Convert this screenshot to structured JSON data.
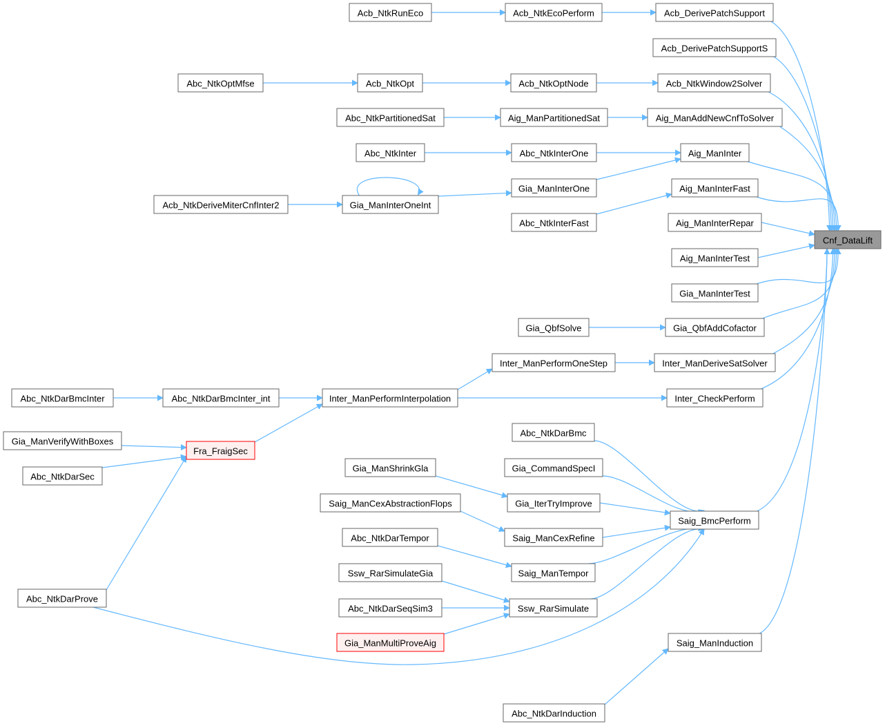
{
  "title": "Cnf_DataLift caller graph",
  "colors": {
    "edge": "#63b8ff",
    "root_fill": "#999999",
    "truncated_border": "#ff0000",
    "truncated_fill": "#fff0f0"
  },
  "nodes": [
    {
      "id": "cnf",
      "label": "Cnf_DataLift",
      "kind": "root"
    },
    {
      "id": "runeco",
      "label": "Acb_NtkRunEco"
    },
    {
      "id": "ecoperf",
      "label": "Acb_NtkEcoPerform"
    },
    {
      "id": "dps",
      "label": "Acb_DerivePatchSupport"
    },
    {
      "id": "dpss",
      "label": "Acb_DerivePatchSupportS"
    },
    {
      "id": "optmfse",
      "label": "Abc_NtkOptMfse"
    },
    {
      "id": "ntkopt",
      "label": "Acb_NtkOpt"
    },
    {
      "id": "optnode",
      "label": "Acb_NtkOptNode"
    },
    {
      "id": "w2s",
      "label": "Acb_NtkWindow2Solver"
    },
    {
      "id": "npsat",
      "label": "Abc_NtkPartitionedSat"
    },
    {
      "id": "mpsat",
      "label": "Aig_ManPartitionedSat"
    },
    {
      "id": "addcnf",
      "label": "Aig_ManAddNewCnfToSolver"
    },
    {
      "id": "ntkinter",
      "label": "Abc_NtkInter"
    },
    {
      "id": "ntkinterone",
      "label": "Abc_NtkInterOne"
    },
    {
      "id": "aiginter",
      "label": "Aig_ManInter"
    },
    {
      "id": "giainterone",
      "label": "Gia_ManInterOne"
    },
    {
      "id": "aiginterfast",
      "label": "Aig_ManInterFast"
    },
    {
      "id": "miter2",
      "label": "Acb_NtkDeriveMiterCnfInter2"
    },
    {
      "id": "giainteroneint",
      "label": "Gia_ManInterOneInt"
    },
    {
      "id": "ntkinterfast",
      "label": "Abc_NtkInterFast"
    },
    {
      "id": "interrepar",
      "label": "Aig_ManInterRepar"
    },
    {
      "id": "aigintertest",
      "label": "Aig_ManInterTest"
    },
    {
      "id": "giaintertest",
      "label": "Gia_ManInterTest"
    },
    {
      "id": "qbfsolve",
      "label": "Gia_QbfSolve"
    },
    {
      "id": "qbfcof",
      "label": "Gia_QbfAddCofactor"
    },
    {
      "id": "onestep",
      "label": "Inter_ManPerformOneStep"
    },
    {
      "id": "dersat",
      "label": "Inter_ManDeriveSatSolver"
    },
    {
      "id": "bmcinter",
      "label": "Abc_NtkDarBmcInter"
    },
    {
      "id": "bmcinterint",
      "label": "Abc_NtkDarBmcInter_int"
    },
    {
      "id": "interp",
      "label": "Inter_ManPerformInterpolation"
    },
    {
      "id": "checkperf",
      "label": "Inter_CheckPerform"
    },
    {
      "id": "verifybox",
      "label": "Gia_ManVerifyWithBoxes"
    },
    {
      "id": "fraigsec",
      "label": "Fra_FraigSec",
      "kind": "truncated"
    },
    {
      "id": "darsec",
      "label": "Abc_NtkDarSec"
    },
    {
      "id": "darbmc",
      "label": "Abc_NtkDarBmc"
    },
    {
      "id": "cmdspec",
      "label": "Gia_CommandSpecI"
    },
    {
      "id": "shrinkgla",
      "label": "Gia_ManShrinkGla"
    },
    {
      "id": "itertry",
      "label": "Gia_IterTryImprove"
    },
    {
      "id": "cexflops",
      "label": "Saig_ManCexAbstractionFlops"
    },
    {
      "id": "bmcperf",
      "label": "Saig_BmcPerform"
    },
    {
      "id": "dartempor",
      "label": "Abc_NtkDarTempor"
    },
    {
      "id": "cexrefine",
      "label": "Saig_ManCexRefine"
    },
    {
      "id": "rarsimgia",
      "label": "Ssw_RarSimulateGia"
    },
    {
      "id": "mantempor",
      "label": "Saig_ManTempor"
    },
    {
      "id": "darprove",
      "label": "Abc_NtkDarProve"
    },
    {
      "id": "seqsim3",
      "label": "Abc_NtkDarSeqSim3"
    },
    {
      "id": "rarsim",
      "label": "Ssw_RarSimulate"
    },
    {
      "id": "multiprove",
      "label": "Gia_ManMultiProveAig",
      "kind": "truncated"
    },
    {
      "id": "maninduction",
      "label": "Saig_ManInduction"
    },
    {
      "id": "darinduction",
      "label": "Abc_NtkDarInduction"
    }
  ],
  "edges": [
    [
      "runeco",
      "ecoperf"
    ],
    [
      "ecoperf",
      "dps"
    ],
    [
      "dps",
      "cnf"
    ],
    [
      "dpss",
      "cnf"
    ],
    [
      "optmfse",
      "ntkopt"
    ],
    [
      "ntkopt",
      "optnode"
    ],
    [
      "optnode",
      "w2s"
    ],
    [
      "w2s",
      "cnf"
    ],
    [
      "npsat",
      "mpsat"
    ],
    [
      "mpsat",
      "addcnf"
    ],
    [
      "addcnf",
      "cnf"
    ],
    [
      "ntkinter",
      "ntkinterone"
    ],
    [
      "ntkinterone",
      "aiginter"
    ],
    [
      "giainterone",
      "aiginter"
    ],
    [
      "aiginter",
      "cnf"
    ],
    [
      "miter2",
      "giainteroneint"
    ],
    [
      "giainteroneint",
      "giainteroneint"
    ],
    [
      "giainteroneint",
      "giainterone"
    ],
    [
      "ntkinterfast",
      "aiginterfast"
    ],
    [
      "aiginterfast",
      "cnf"
    ],
    [
      "interrepar",
      "cnf"
    ],
    [
      "aigintertest",
      "cnf"
    ],
    [
      "giaintertest",
      "cnf"
    ],
    [
      "qbfsolve",
      "qbfcof"
    ],
    [
      "qbfcof",
      "cnf"
    ],
    [
      "onestep",
      "dersat"
    ],
    [
      "dersat",
      "cnf"
    ],
    [
      "bmcinter",
      "bmcinterint"
    ],
    [
      "bmcinterint",
      "interp"
    ],
    [
      "interp",
      "onestep"
    ],
    [
      "interp",
      "checkperf"
    ],
    [
      "checkperf",
      "cnf"
    ],
    [
      "fraigsec",
      "interp"
    ],
    [
      "verifybox",
      "fraigsec"
    ],
    [
      "darsec",
      "fraigsec"
    ],
    [
      "darprove",
      "fraigsec"
    ],
    [
      "darprove",
      "bmcperf"
    ],
    [
      "darbmc",
      "bmcperf"
    ],
    [
      "cmdspec",
      "bmcperf"
    ],
    [
      "shrinkgla",
      "itertry"
    ],
    [
      "itertry",
      "bmcperf"
    ],
    [
      "cexflops",
      "cexrefine"
    ],
    [
      "cexrefine",
      "bmcperf"
    ],
    [
      "dartempor",
      "mantempor"
    ],
    [
      "mantempor",
      "bmcperf"
    ],
    [
      "rarsimgia",
      "rarsim"
    ],
    [
      "seqsim3",
      "rarsim"
    ],
    [
      "multiprove",
      "rarsim"
    ],
    [
      "rarsim",
      "bmcperf"
    ],
    [
      "bmcperf",
      "cnf"
    ],
    [
      "maninduction",
      "cnf"
    ],
    [
      "darinduction",
      "maninduction"
    ]
  ]
}
